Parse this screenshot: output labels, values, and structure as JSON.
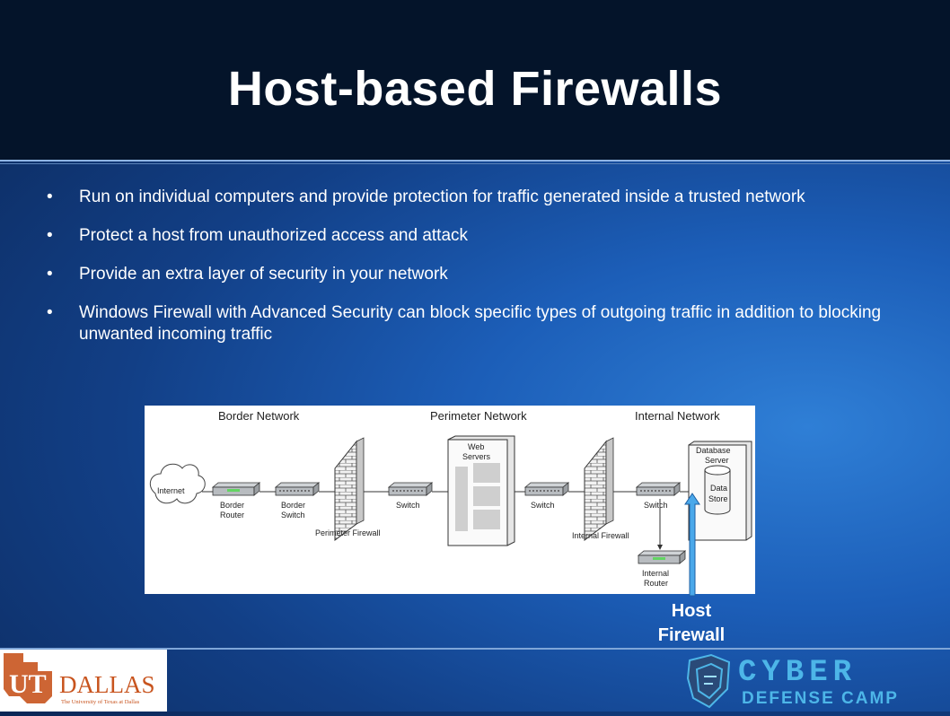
{
  "slide": {
    "title": "Host-based Firewalls",
    "bullets": [
      {
        "text": "Run on individual computers and provide protection for traffic generated inside a trusted network"
      },
      {
        "text": "Protect a host from unauthorized access and attack"
      },
      {
        "text": "Provide an extra layer of security in your network"
      },
      {
        "text": "Windows Firewall with Advanced Security can block specific types of outgoing traffic in addition to blocking unwanted incoming traffic"
      }
    ],
    "bullet_glyph": "•"
  },
  "diagram": {
    "zones": {
      "border": "Border Network",
      "perimeter": "Perimeter Network",
      "internal": "Internal Network"
    },
    "internet": "Internet",
    "border_router": [
      "Border",
      "Router"
    ],
    "border_switch": [
      "Border",
      "Switch"
    ],
    "perimeter_firewall": "Perimeter Firewall",
    "switch1": "Switch",
    "web_servers": [
      "Web",
      "Servers"
    ],
    "switch2": "Switch",
    "internal_firewall": "Internal Firewall",
    "switch3": "Switch",
    "database_server": [
      "Database",
      "Server"
    ],
    "data_store": [
      "Data",
      "Store"
    ],
    "internal_router": [
      "Internal",
      "Router"
    ]
  },
  "callout": {
    "lines": [
      "Host",
      "Firewall"
    ]
  },
  "logos": {
    "ut_main": "DALLAS",
    "ut_mark": "UT",
    "ut_sub": "The University of Texas at Dallas",
    "cyber_top": "CYBER",
    "cyber_bottom": "DEFENSE CAMP"
  },
  "colors": {
    "accent_orange": "#c8541e",
    "arrow_blue": "#4aa8ea",
    "header_bg": "#04142a"
  }
}
